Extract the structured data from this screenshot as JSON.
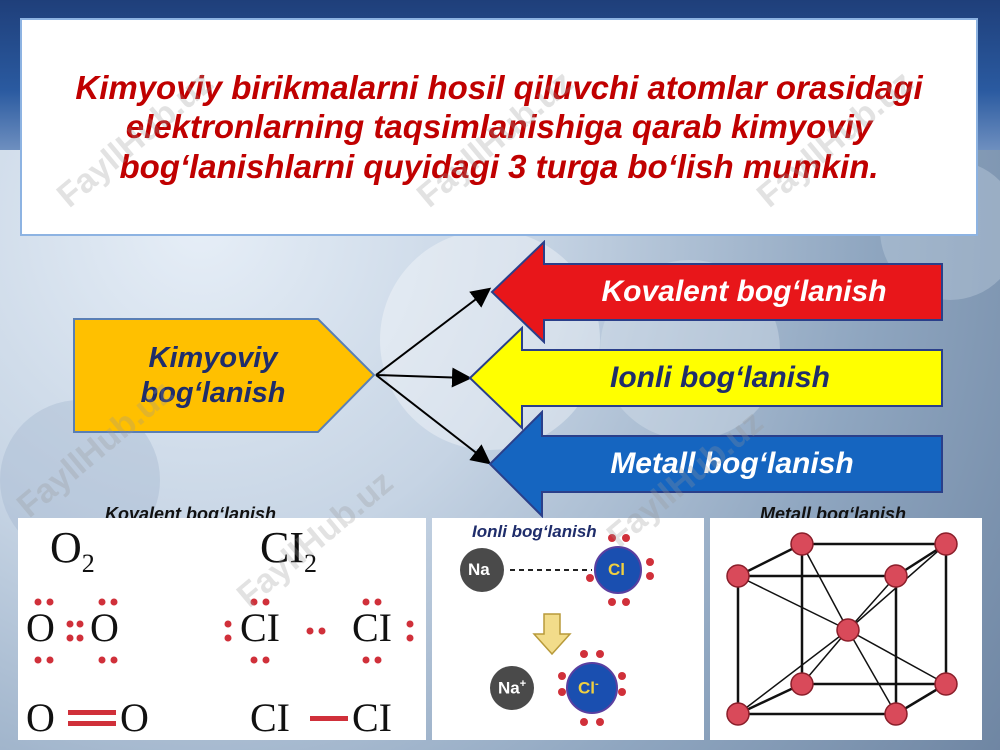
{
  "title": "Kimyoviy birikmalarni hosil qiluvchi atomlar orasidagi elektronlarning taqsimlanishiga qarab kimyoviy bog‘lanishlarni quyidagi 3 turga bo‘lish mumkin.",
  "root": {
    "label": "Kimyoviy bog‘lanish"
  },
  "branches": [
    {
      "label": "Kovalent bog‘lanish",
      "color": "#e8161a",
      "text_color": "#ffffff"
    },
    {
      "label": "Ionli bog‘lanish",
      "color": "#ffff00",
      "text_color": "#1f2d6b"
    },
    {
      "label": "Metall bog‘lanish",
      "color": "#1565c0",
      "text_color": "#ffffff"
    }
  ],
  "captions": {
    "covalent": "Kovalent bog‘lanish",
    "ionic": "Ionli bog‘lanish",
    "metal": "Metall bog‘lanish"
  },
  "covalent_panel": {
    "o2": "O",
    "o2_sub": "2",
    "cl2": "CI",
    "cl2_sub": "2",
    "o_atom": "O",
    "cl_atom": "CI"
  },
  "ionic_panel": {
    "na": "Na",
    "cl": "Cl",
    "na_ion": "Na",
    "na_charge": "+",
    "cl_ion": "Cl",
    "cl_charge": "-"
  },
  "watermark": "FayllHub.uz",
  "colors": {
    "root_fill": "#ffc000",
    "atom_red": "#d0303a",
    "title_red": "#c00000"
  }
}
